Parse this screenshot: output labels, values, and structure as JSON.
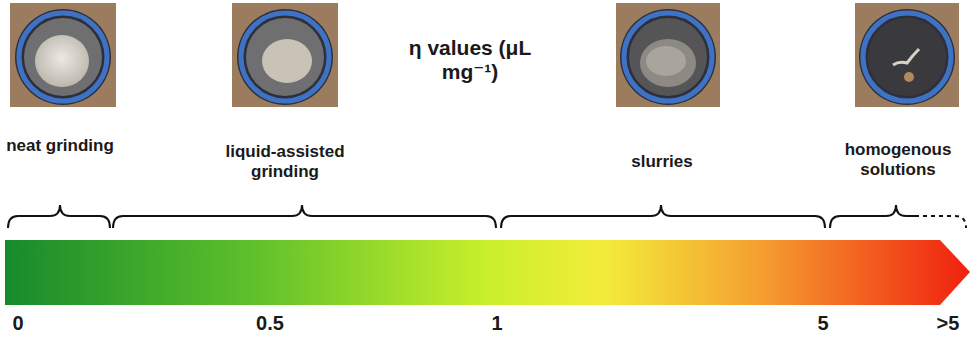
{
  "diagram": {
    "title": "η values (μL mg⁻¹)",
    "labels": [
      "neat grinding",
      "liquid-assisted grinding",
      "slurries",
      "homogenous solutions",
      "0",
      "0.5",
      "1",
      "5",
      ">5"
    ]
  }
}
